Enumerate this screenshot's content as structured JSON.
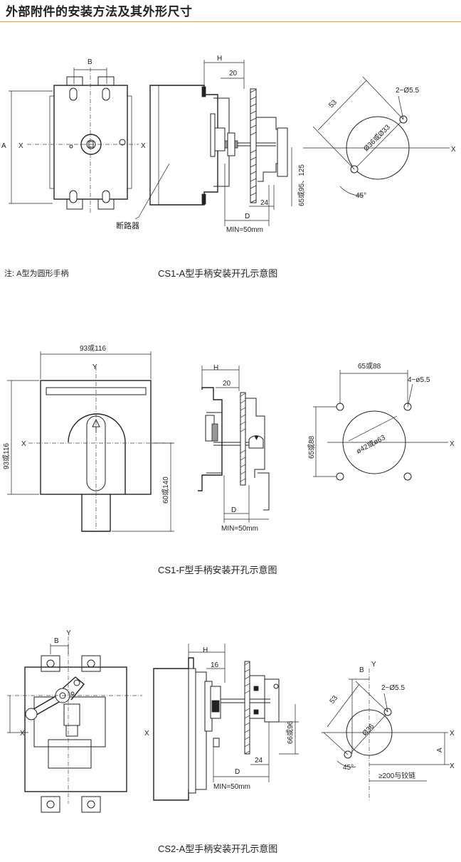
{
  "page_title": "外部附件的安装方法及其外形尺寸",
  "section1": {
    "caption": "CS1-A型手柄安装开孔示意图",
    "note": "注:  A型为圆形手柄",
    "label_breaker": "断路器",
    "dims": {
      "B": "B",
      "A": "A",
      "X": "X",
      "H": "H",
      "d20": "20",
      "d24": "24",
      "D": "D",
      "min": "MIN=50mm",
      "d65": "65或95、125",
      "d53": "53",
      "holes": "2−Ø5.5",
      "circle": "Ø36或Ø33",
      "angle": "45°"
    }
  },
  "section2": {
    "caption": "CS1-F型手柄安装开孔示意图",
    "dims": {
      "w": "93或116",
      "h": "93或116",
      "Y": "Y",
      "X": "X",
      "h2": "60或140",
      "H": "H",
      "d20": "20",
      "D": "D",
      "min": "MIN=50mm",
      "w65": "65或88",
      "h65": "65或88",
      "holes": "4−ø5.5",
      "circle": "ø42或ø63"
    }
  },
  "section3": {
    "caption": "CS2-A型手柄安装开孔示意图",
    "dims": {
      "B": "B",
      "Y": "Y",
      "X": "X",
      "H": "H",
      "d16": "16",
      "d24": "24",
      "D": "D",
      "min": "MIN=50mm",
      "d66": "66或96",
      "d53": "53",
      "holes": "2−Ø5.5",
      "circle": "Ø36",
      "angle": "45°",
      "A": "A",
      "hinge": "≥200与铰链"
    }
  }
}
